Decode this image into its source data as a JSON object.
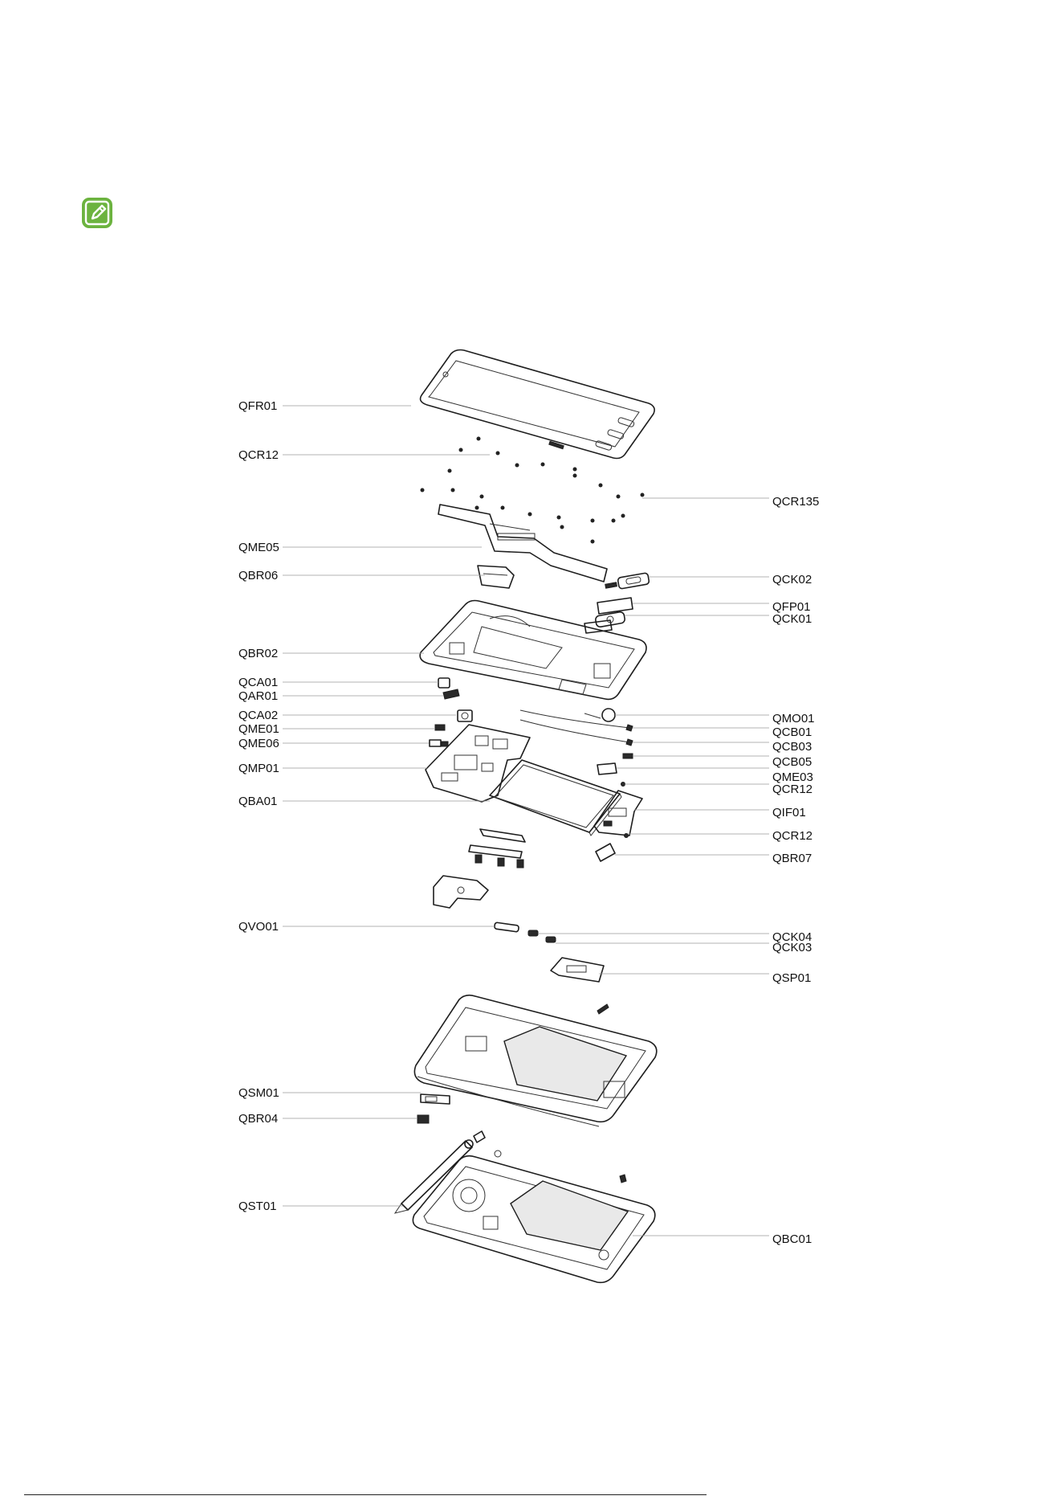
{
  "note_icon": {
    "icon": "note-pencil-icon",
    "color": "#6cb33f"
  },
  "diagram": {
    "labels_left": [
      {
        "id": "fr01",
        "text": "QFR01"
      },
      {
        "id": "cr12a",
        "text": "QCR12"
      },
      {
        "id": "me05",
        "text": "QME05"
      },
      {
        "id": "br06",
        "text": "QBR06"
      },
      {
        "id": "br02",
        "text": "QBR02"
      },
      {
        "id": "ca01",
        "text": "QCA01"
      },
      {
        "id": "ar01",
        "text": "QAR01"
      },
      {
        "id": "ca02",
        "text": "QCA02"
      },
      {
        "id": "me01",
        "text": "QME01"
      },
      {
        "id": "me06",
        "text": "QME06"
      },
      {
        "id": "mp01",
        "text": "QMP01"
      },
      {
        "id": "ba01",
        "text": "QBA01"
      },
      {
        "id": "vo01",
        "text": "QVO01"
      },
      {
        "id": "sm01",
        "text": "QSM01"
      },
      {
        "id": "br04",
        "text": "QBR04"
      },
      {
        "id": "st01",
        "text": "QST01"
      }
    ],
    "labels_right": [
      {
        "id": "cr135",
        "text": "QCR135"
      },
      {
        "id": "ck02",
        "text": "QCK02"
      },
      {
        "id": "fp01",
        "text": "QFP01"
      },
      {
        "id": "ck01",
        "text": "QCK01"
      },
      {
        "id": "mo01",
        "text": "QMO01"
      },
      {
        "id": "cb01",
        "text": "QCB01"
      },
      {
        "id": "cb03",
        "text": "QCB03"
      },
      {
        "id": "cb05",
        "text": "QCB05"
      },
      {
        "id": "me03",
        "text": "QME03"
      },
      {
        "id": "cr12b",
        "text": "QCR12"
      },
      {
        "id": "if01",
        "text": "QIF01"
      },
      {
        "id": "cr12c",
        "text": "QCR12"
      },
      {
        "id": "br07",
        "text": "QBR07"
      },
      {
        "id": "ck04",
        "text": "QCK04"
      },
      {
        "id": "ck03",
        "text": "QCK03"
      },
      {
        "id": "sp01",
        "text": "QSP01"
      },
      {
        "id": "bc01",
        "text": "QBC01"
      }
    ]
  }
}
